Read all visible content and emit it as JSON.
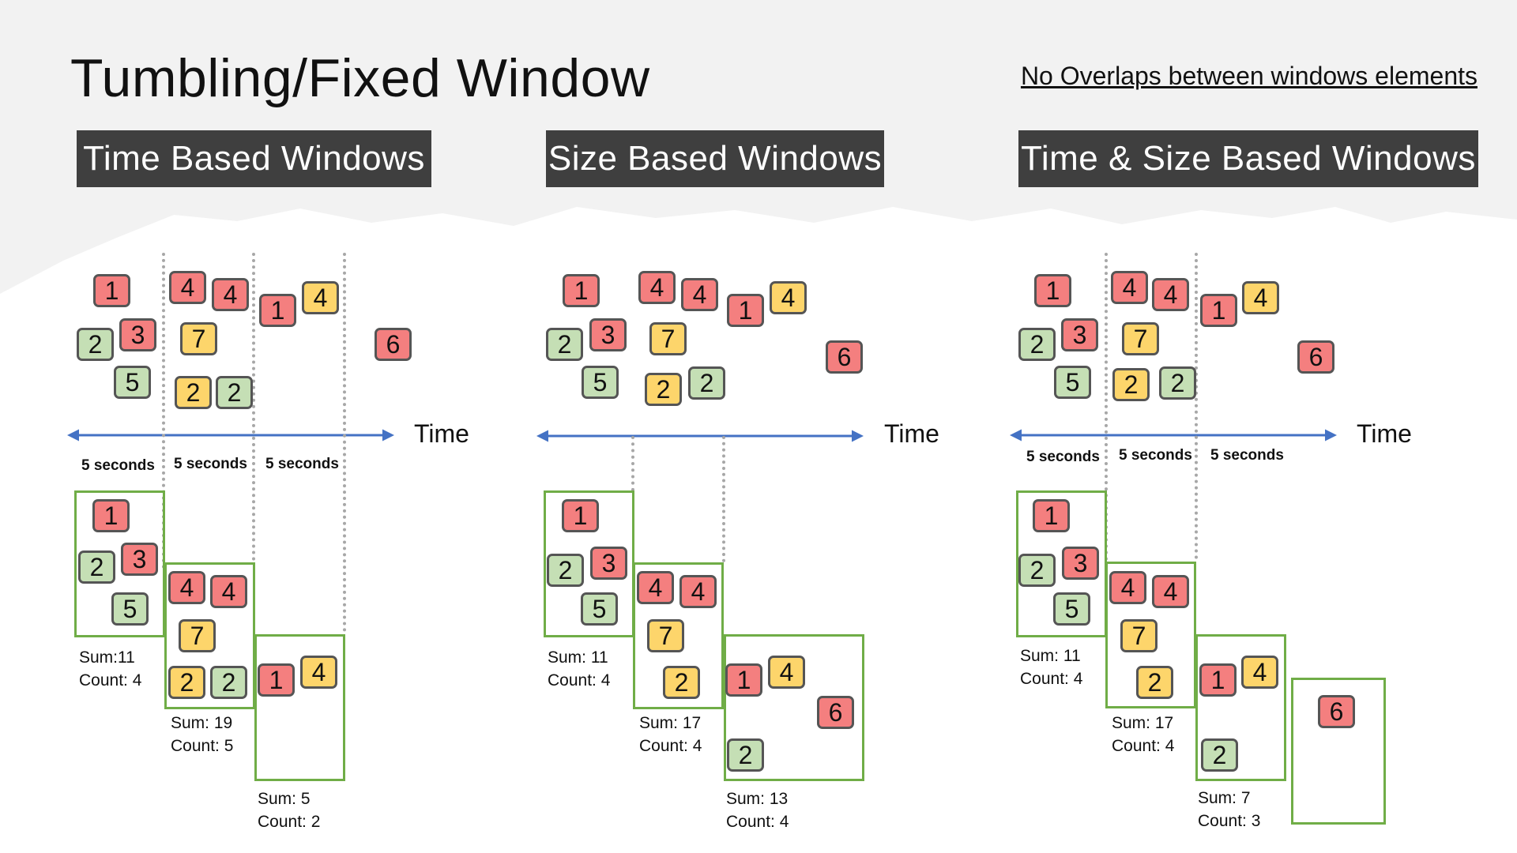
{
  "title": "Tumbling/Fixed Window",
  "subtitle": "No Overlaps between windows elements ",
  "colors": {
    "red": "#f47f7f",
    "yellow": "#fdd56b",
    "green": "#c5dfb5",
    "window_border": "#70ad47",
    "axis": "#4472c4",
    "header_bg": "#3f3f3f"
  },
  "panels": [
    {
      "header": "Time Based Windows",
      "time_label": "Time",
      "interval_labels": [
        "5 seconds",
        "5 seconds",
        "5 seconds"
      ],
      "events": [
        {
          "v": "1",
          "c": "red"
        },
        {
          "v": "2",
          "c": "green"
        },
        {
          "v": "3",
          "c": "red"
        },
        {
          "v": "5",
          "c": "green"
        },
        {
          "v": "4",
          "c": "red"
        },
        {
          "v": "4",
          "c": "red"
        },
        {
          "v": "7",
          "c": "yellow"
        },
        {
          "v": "2",
          "c": "yellow"
        },
        {
          "v": "2",
          "c": "green"
        },
        {
          "v": "1",
          "c": "red"
        },
        {
          "v": "4",
          "c": "yellow"
        },
        {
          "v": "6",
          "c": "red"
        }
      ],
      "windows": [
        {
          "tiles": [
            {
              "v": "1",
              "c": "red"
            },
            {
              "v": "2",
              "c": "green"
            },
            {
              "v": "3",
              "c": "red"
            },
            {
              "v": "5",
              "c": "green"
            }
          ],
          "sum": "Sum:11",
          "count": "Count: 4"
        },
        {
          "tiles": [
            {
              "v": "4",
              "c": "red"
            },
            {
              "v": "4",
              "c": "red"
            },
            {
              "v": "7",
              "c": "yellow"
            },
            {
              "v": "2",
              "c": "yellow"
            },
            {
              "v": "2",
              "c": "green"
            }
          ],
          "sum": "Sum: 19",
          "count": "Count: 5"
        },
        {
          "tiles": [
            {
              "v": "1",
              "c": "red"
            },
            {
              "v": "4",
              "c": "yellow"
            }
          ],
          "sum": "Sum: 5",
          "count": "Count: 2"
        }
      ]
    },
    {
      "header": "Size Based Windows",
      "time_label": "Time",
      "interval_labels": [],
      "events": [
        {
          "v": "1",
          "c": "red"
        },
        {
          "v": "2",
          "c": "green"
        },
        {
          "v": "3",
          "c": "red"
        },
        {
          "v": "5",
          "c": "green"
        },
        {
          "v": "4",
          "c": "red"
        },
        {
          "v": "4",
          "c": "red"
        },
        {
          "v": "7",
          "c": "yellow"
        },
        {
          "v": "2",
          "c": "yellow"
        },
        {
          "v": "2",
          "c": "green"
        },
        {
          "v": "1",
          "c": "red"
        },
        {
          "v": "4",
          "c": "yellow"
        },
        {
          "v": "6",
          "c": "red"
        }
      ],
      "windows": [
        {
          "tiles": [
            {
              "v": "1",
              "c": "red"
            },
            {
              "v": "2",
              "c": "green"
            },
            {
              "v": "3",
              "c": "red"
            },
            {
              "v": "5",
              "c": "green"
            }
          ],
          "sum": "Sum: 11",
          "count": "Count: 4"
        },
        {
          "tiles": [
            {
              "v": "4",
              "c": "red"
            },
            {
              "v": "4",
              "c": "red"
            },
            {
              "v": "7",
              "c": "yellow"
            },
            {
              "v": "2",
              "c": "yellow"
            }
          ],
          "sum": "Sum: 17",
          "count": "Count: 4"
        },
        {
          "tiles": [
            {
              "v": "1",
              "c": "red"
            },
            {
              "v": "4",
              "c": "yellow"
            },
            {
              "v": "6",
              "c": "red"
            },
            {
              "v": "2",
              "c": "green"
            }
          ],
          "sum": "Sum: 13",
          "count": "Count: 4"
        }
      ]
    },
    {
      "header": "Time & Size Based Windows",
      "time_label": "Time",
      "interval_labels": [
        "5 seconds",
        "5 seconds",
        "5 seconds"
      ],
      "events": [
        {
          "v": "1",
          "c": "red"
        },
        {
          "v": "2",
          "c": "green"
        },
        {
          "v": "3",
          "c": "red"
        },
        {
          "v": "5",
          "c": "green"
        },
        {
          "v": "4",
          "c": "red"
        },
        {
          "v": "4",
          "c": "red"
        },
        {
          "v": "7",
          "c": "yellow"
        },
        {
          "v": "2",
          "c": "yellow"
        },
        {
          "v": "2",
          "c": "green"
        },
        {
          "v": "1",
          "c": "red"
        },
        {
          "v": "4",
          "c": "yellow"
        },
        {
          "v": "6",
          "c": "red"
        }
      ],
      "windows": [
        {
          "tiles": [
            {
              "v": "1",
              "c": "red"
            },
            {
              "v": "2",
              "c": "green"
            },
            {
              "v": "3",
              "c": "red"
            },
            {
              "v": "5",
              "c": "green"
            }
          ],
          "sum": "Sum: 11",
          "count": "Count: 4"
        },
        {
          "tiles": [
            {
              "v": "4",
              "c": "red"
            },
            {
              "v": "4",
              "c": "red"
            },
            {
              "v": "7",
              "c": "yellow"
            },
            {
              "v": "2",
              "c": "yellow"
            }
          ],
          "sum": "Sum: 17",
          "count": "Count: 4"
        },
        {
          "tiles": [
            {
              "v": "1",
              "c": "red"
            },
            {
              "v": "4",
              "c": "yellow"
            },
            {
              "v": "2",
              "c": "green"
            }
          ],
          "sum": "Sum: 7",
          "count": "Count: 3"
        },
        {
          "tiles": [
            {
              "v": "6",
              "c": "red"
            }
          ],
          "sum": "",
          "count": ""
        }
      ]
    }
  ]
}
